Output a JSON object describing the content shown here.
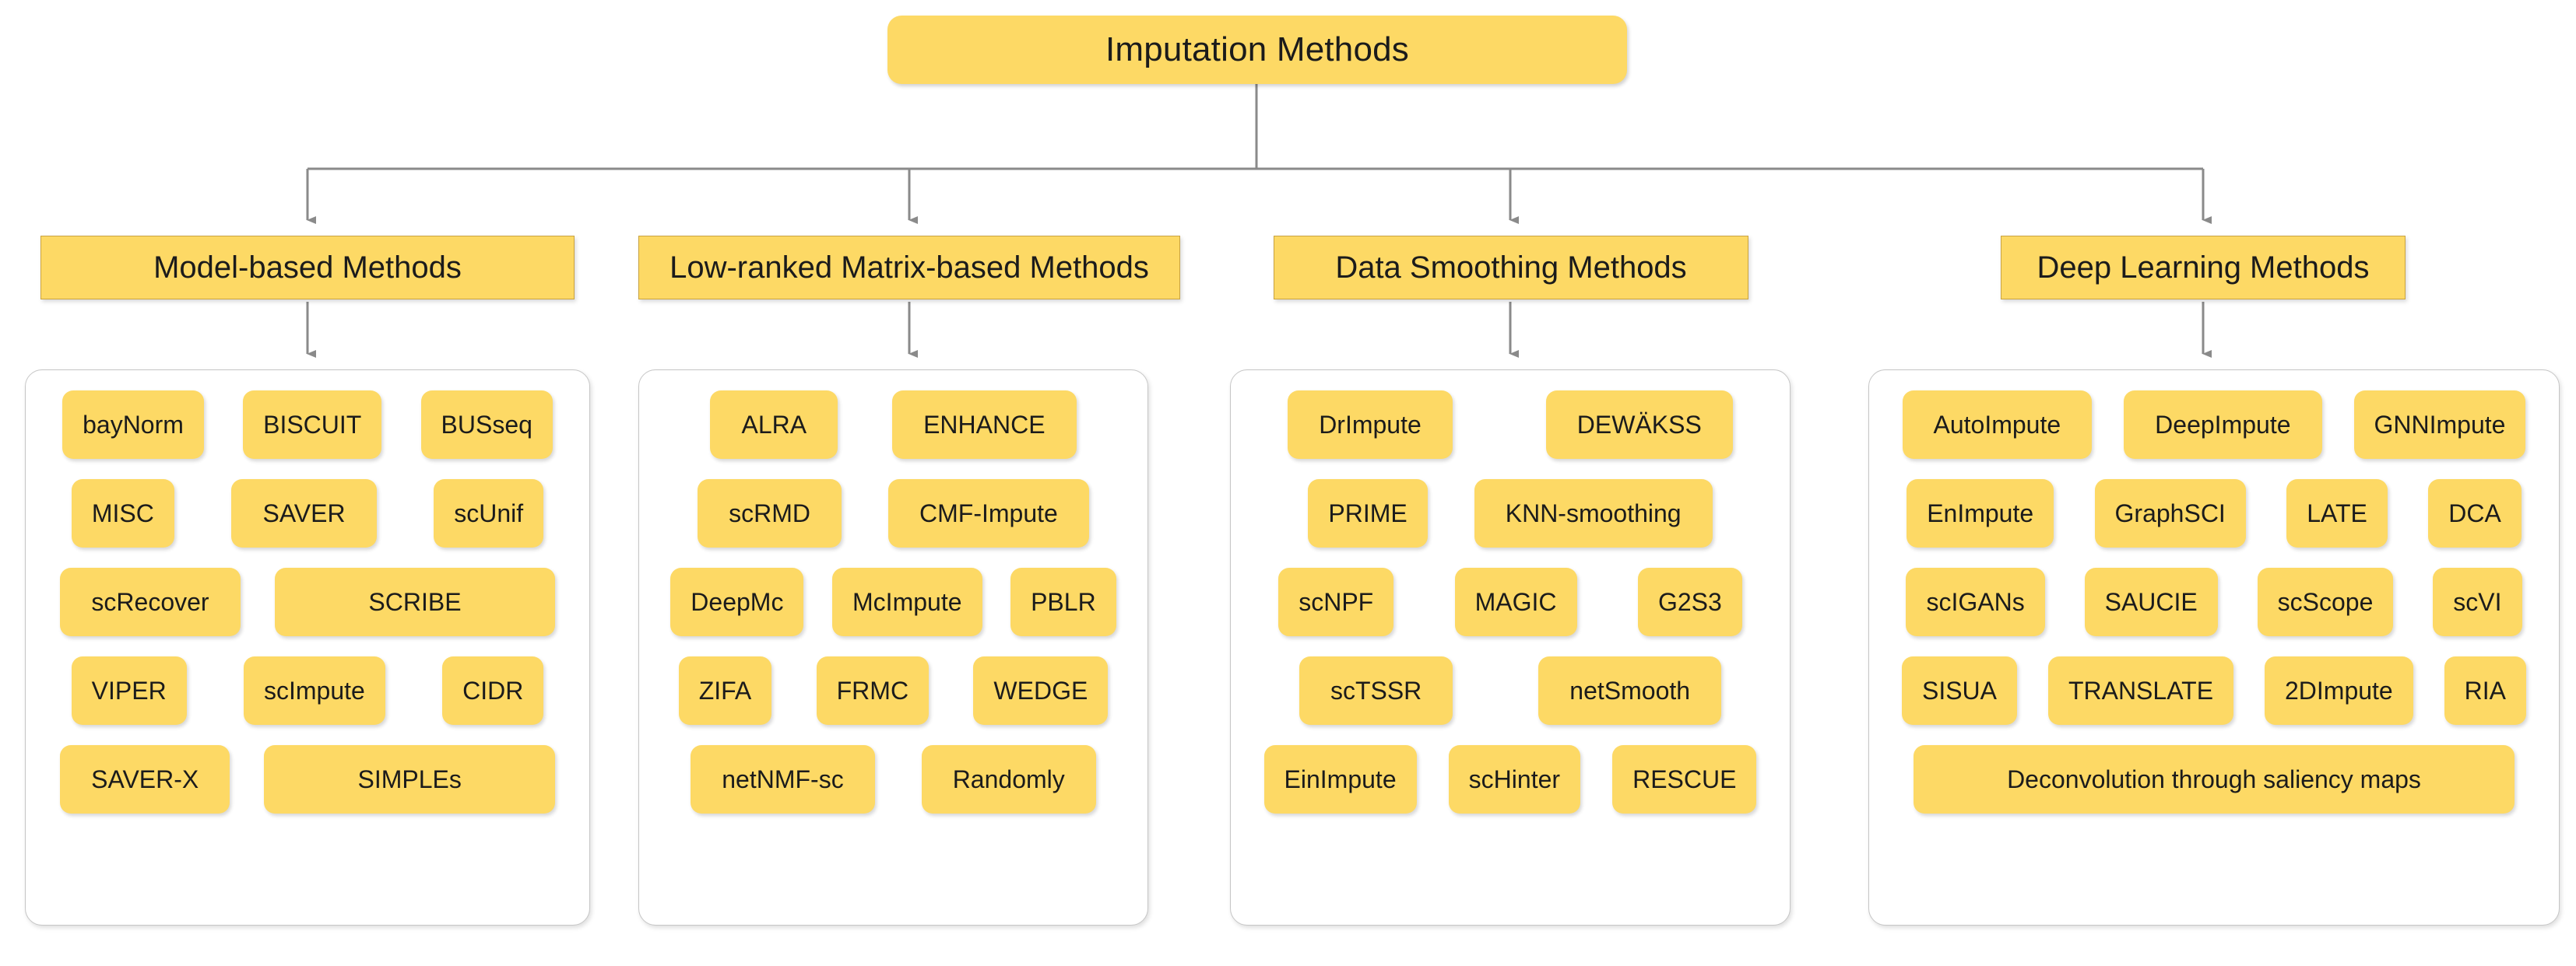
{
  "diagram": {
    "title": "Imputation Methods",
    "root_label": "Imputation Methods",
    "accent_color": "#FDD965",
    "line_color": "#808080",
    "panel_border_color": "#c6c6c6",
    "categories": [
      {
        "id": "model-based",
        "label": "Model-based Methods",
        "rows": [
          [
            "bayNorm",
            "BISCUIT",
            "BUSseq"
          ],
          [
            "MISC",
            "SAVER",
            "scUnif"
          ],
          [
            "scRecover",
            "SCRIBE"
          ],
          [
            "VIPER",
            "scImpute",
            "CIDR"
          ],
          [
            "SAVER-X",
            "SIMPLEs"
          ]
        ]
      },
      {
        "id": "low-ranked-matrix-based",
        "label": "Low-ranked Matrix-based Methods",
        "rows": [
          [
            "ALRA",
            "ENHANCE"
          ],
          [
            "scRMD",
            "CMF-Impute"
          ],
          [
            "DeepMc",
            "McImpute",
            "PBLR"
          ],
          [
            "ZIFA",
            "FRMC",
            "WEDGE"
          ],
          [
            "netNMF-sc",
            "Randomly"
          ]
        ]
      },
      {
        "id": "data-smoothing",
        "label": "Data Smoothing Methods",
        "rows": [
          [
            "DrImpute",
            "DEWÄKSS"
          ],
          [
            "PRIME",
            "KNN-smoothing"
          ],
          [
            "scNPF",
            "MAGIC",
            "G2S3"
          ],
          [
            "scTSSR",
            "netSmooth"
          ],
          [
            "EinImpute",
            "scHinter",
            "RESCUE"
          ]
        ]
      },
      {
        "id": "deep-learning",
        "label": "Deep Learning Methods",
        "rows": [
          [
            "AutoImpute",
            "DeepImpute",
            "GNNImpute"
          ],
          [
            "EnImpute",
            "GraphSCI",
            "LATE",
            "DCA"
          ],
          [
            "scIGANs",
            "SAUCIE",
            "scScope",
            "scVI"
          ],
          [
            "SISUA",
            "TRANSLATE",
            "2DImpute",
            "RIA"
          ],
          [
            "Deconvolution through saliency maps"
          ]
        ]
      }
    ]
  }
}
